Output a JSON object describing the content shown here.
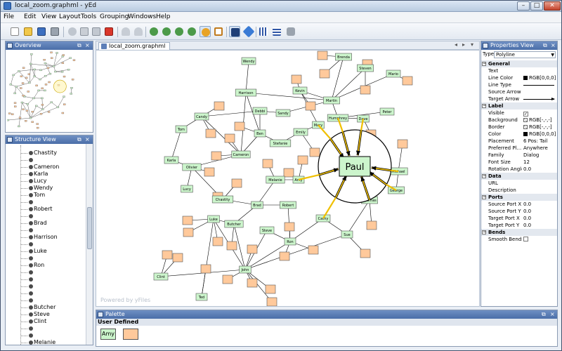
{
  "window": {
    "title": "local_zoom.graphml - yEd"
  },
  "menu": [
    "File",
    "Edit",
    "View",
    "Layout",
    "Tools",
    "Grouping",
    "Windows",
    "Help"
  ],
  "toolbar_icons": [
    "new-icon",
    "open-icon",
    "save-icon",
    "print-icon",
    "cut-icon",
    "copy-icon",
    "paste-icon",
    "delete-icon",
    "undo-icon",
    "redo-icon",
    "zoom-in-icon",
    "zoom-out-icon",
    "zoom-fit-icon",
    "zoom-area-icon",
    "local-zoom-icon",
    "fit-content-icon",
    "select-mode-icon",
    "edge-mode-icon",
    "grid-icon",
    "snap-icon",
    "group-icon"
  ],
  "panels": {
    "overview": {
      "title": "Overview"
    },
    "structure": {
      "title": "Structure View"
    },
    "properties": {
      "title": "Properties View"
    },
    "palette": {
      "title": "Palette",
      "group": "User Defined",
      "node_label": "Amy"
    }
  },
  "structure_items": [
    "Chastity",
    "",
    "Cameron",
    "Karla",
    "Lucy",
    "Wendy",
    "Tom",
    "",
    "Robert",
    "",
    "Brad",
    "",
    "Harrison",
    "",
    "Luke",
    "",
    "Ron",
    "",
    "",
    "",
    "",
    "",
    "Butcher",
    "Steve",
    "Clint",
    "",
    "",
    "Melanie"
  ],
  "document_tab": "local_zoom.graphml",
  "canvas": {
    "watermark": "Powered by yFiles",
    "focus_label": "Paul"
  },
  "properties": {
    "type_label": "Type:",
    "type_value": "Polyline",
    "rows": [
      {
        "kind": "section",
        "key": "General"
      },
      {
        "kind": "prop",
        "key": "Text",
        "value": ""
      },
      {
        "kind": "prop",
        "key": "Line Color",
        "value": "RGB[0,0,0]",
        "swatch": "#000000"
      },
      {
        "kind": "prop",
        "key": "Line Type",
        "value": "",
        "line": true
      },
      {
        "kind": "prop",
        "key": "Source Arrow",
        "value": ""
      },
      {
        "kind": "prop",
        "key": "Target Arrow",
        "value": "",
        "arrow": true
      },
      {
        "kind": "section",
        "key": "Label"
      },
      {
        "kind": "prop",
        "key": "Visible",
        "value": "",
        "check": "✓"
      },
      {
        "kind": "prop",
        "key": "Background",
        "value": "RGB[-,-,-]",
        "swatch": "none"
      },
      {
        "kind": "prop",
        "key": "Border",
        "value": "RGB[-,-,-]",
        "swatch": "none"
      },
      {
        "kind": "prop",
        "key": "Color",
        "value": "RGB[0,0,0]",
        "swatch": "#000000"
      },
      {
        "kind": "prop",
        "key": "Placement",
        "value": "6 Pos: Tail"
      },
      {
        "kind": "prop",
        "key": "Preferred Pl...",
        "value": "Anywhere"
      },
      {
        "kind": "prop",
        "key": "Family",
        "value": "Dialog"
      },
      {
        "kind": "prop",
        "key": "Font Size",
        "value": "12"
      },
      {
        "kind": "prop",
        "key": "Rotation Angle",
        "value": "0.0"
      },
      {
        "kind": "section",
        "key": "Data"
      },
      {
        "kind": "prop",
        "key": "URL",
        "value": ""
      },
      {
        "kind": "prop",
        "key": "Description",
        "value": ""
      },
      {
        "kind": "section",
        "key": "Ports"
      },
      {
        "kind": "prop",
        "key": "Source Port X",
        "value": "0.0"
      },
      {
        "kind": "prop",
        "key": "Source Port Y",
        "value": "0.0"
      },
      {
        "kind": "prop",
        "key": "Target Port X",
        "value": "0.0"
      },
      {
        "kind": "prop",
        "key": "Target Port Y",
        "value": "0.0"
      },
      {
        "kind": "section",
        "key": "Bends"
      },
      {
        "kind": "prop",
        "key": "Smooth Bends",
        "value": "",
        "check": ""
      }
    ]
  },
  "graph": {
    "colors": {
      "named_node": "#ccf5cc",
      "anon_node": "#ffc99b",
      "edge": "#000000",
      "highlight_edge": "#f0c000"
    },
    "nodes": [
      {
        "label": "Wendy",
        "named": true
      },
      {
        "label": "Brenda",
        "named": true
      },
      {
        "label": "Steven",
        "named": true
      },
      {
        "label": "Mario",
        "named": true
      },
      {
        "label": "Harrison",
        "named": true
      },
      {
        "label": "Kevin",
        "named": true
      },
      {
        "label": "Martin",
        "named": true
      },
      {
        "label": "Debbi",
        "named": true
      },
      {
        "label": "Sandy",
        "named": true
      },
      {
        "label": "Peter",
        "named": true
      },
      {
        "label": "Humphrey",
        "named": true
      },
      {
        "label": "Dave",
        "named": true
      },
      {
        "label": "Candy",
        "named": true
      },
      {
        "label": "Mary",
        "named": true
      },
      {
        "label": "Tom",
        "named": true
      },
      {
        "label": "Ben",
        "named": true
      },
      {
        "label": "Emily",
        "named": true
      },
      {
        "label": "Stefanie",
        "named": true
      },
      {
        "label": "Karla",
        "named": true
      },
      {
        "label": "Cameron",
        "named": true
      },
      {
        "label": "Olivier",
        "named": true
      },
      {
        "label": "Melanie",
        "named": true
      },
      {
        "label": "Amy",
        "named": true
      },
      {
        "label": "Michael",
        "named": true
      },
      {
        "label": "Lucy",
        "named": true
      },
      {
        "label": "George",
        "named": true
      },
      {
        "label": "Chastity",
        "named": true
      },
      {
        "label": "Brad",
        "named": true
      },
      {
        "label": "Robert",
        "named": true
      },
      {
        "label": "Thomas",
        "named": true
      },
      {
        "label": "Luke",
        "named": true
      },
      {
        "label": "Butcher",
        "named": true
      },
      {
        "label": "Steve",
        "named": true
      },
      {
        "label": "Cathy",
        "named": true
      },
      {
        "label": "Sue",
        "named": true
      },
      {
        "label": "Ron",
        "named": true
      },
      {
        "label": "John",
        "named": true
      },
      {
        "label": "Clint",
        "named": true
      },
      {
        "label": "Ted",
        "named": true
      }
    ]
  }
}
